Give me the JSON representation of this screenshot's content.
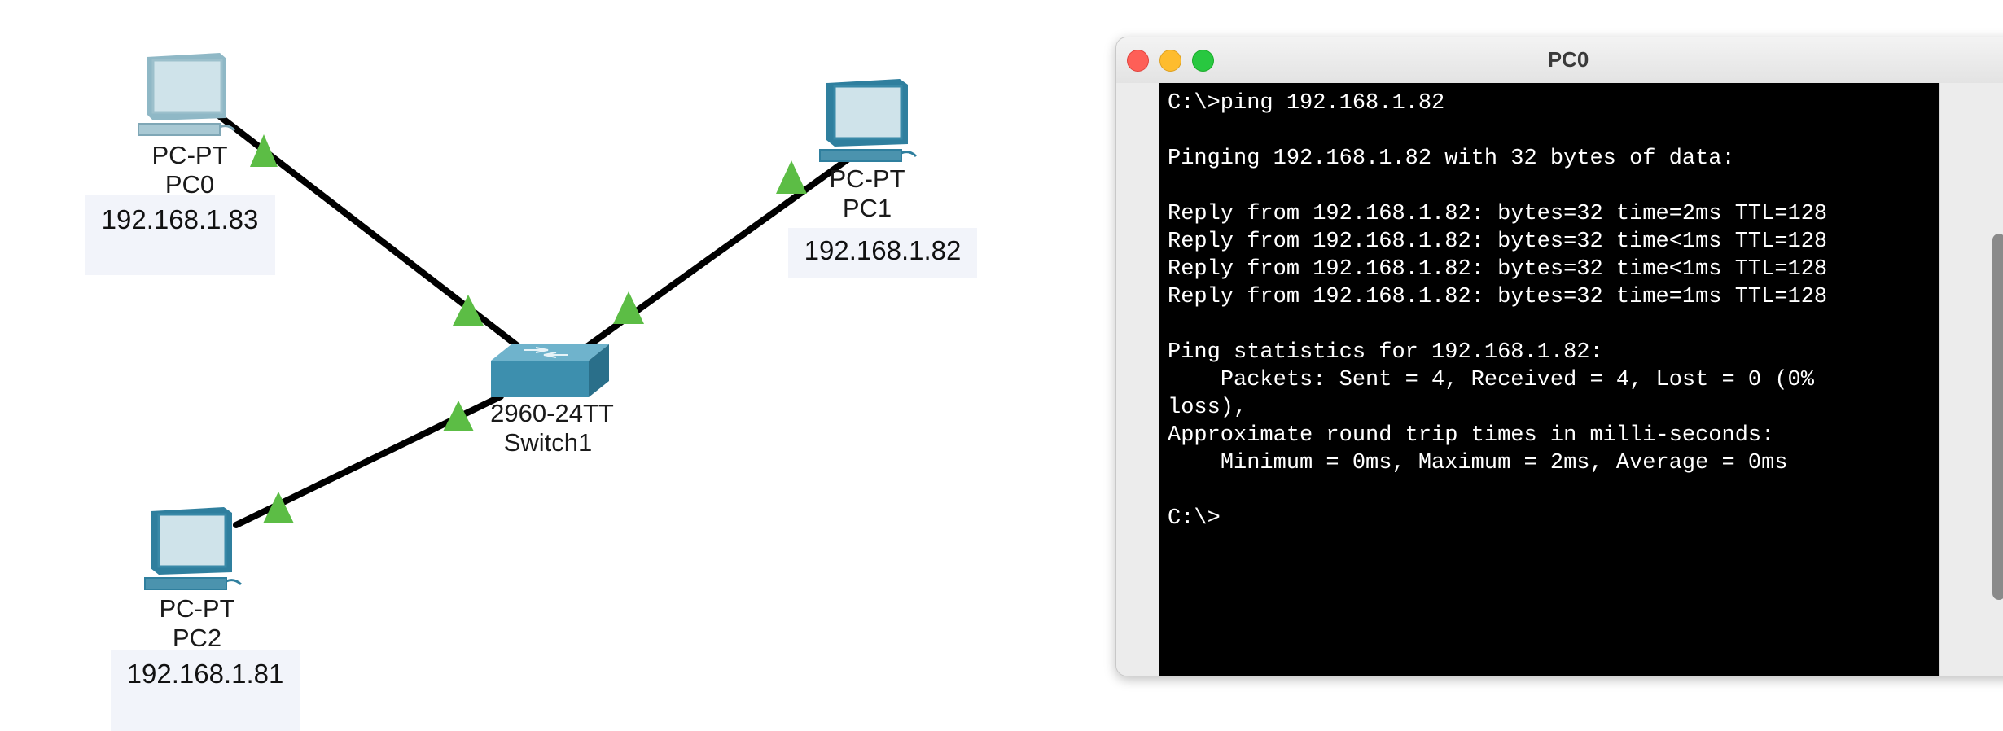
{
  "topology": {
    "devices": [
      {
        "id": "pc0",
        "model": "PC-PT",
        "name": "PC0",
        "ip": "192.168.1.83",
        "icon": "pc-icon"
      },
      {
        "id": "pc1",
        "model": "PC-PT",
        "name": "PC1",
        "ip": "192.168.1.82",
        "icon": "pc-icon"
      },
      {
        "id": "pc2",
        "model": "PC-PT",
        "name": "PC2",
        "ip": "192.168.1.81",
        "icon": "pc-icon"
      },
      {
        "id": "switch1",
        "model": "2960-24TT",
        "name": "Switch1",
        "icon": "switch-icon"
      }
    ],
    "link_status": "up",
    "colors": {
      "link": "#000000",
      "status_up": "#5cbd45",
      "device": "#2f7f9e",
      "ip_box": "#f2f4fa"
    }
  },
  "window": {
    "title": "PC0",
    "buttons": {
      "close": "close",
      "minimize": "minimize",
      "maximize": "maximize"
    }
  },
  "terminal": {
    "lines": [
      "C:\\>ping 192.168.1.82",
      "",
      "Pinging 192.168.1.82 with 32 bytes of data:",
      "",
      "Reply from 192.168.1.82: bytes=32 time=2ms TTL=128",
      "Reply from 192.168.1.82: bytes=32 time<1ms TTL=128",
      "Reply from 192.168.1.82: bytes=32 time<1ms TTL=128",
      "Reply from 192.168.1.82: bytes=32 time=1ms TTL=128",
      "",
      "Ping statistics for 192.168.1.82:",
      "    Packets: Sent = 4, Received = 4, Lost = 0 (0%",
      "loss),",
      "Approximate round trip times in milli-seconds:",
      "    Minimum = 0ms, Maximum = 2ms, Average = 0ms",
      "",
      "C:\\>"
    ]
  }
}
